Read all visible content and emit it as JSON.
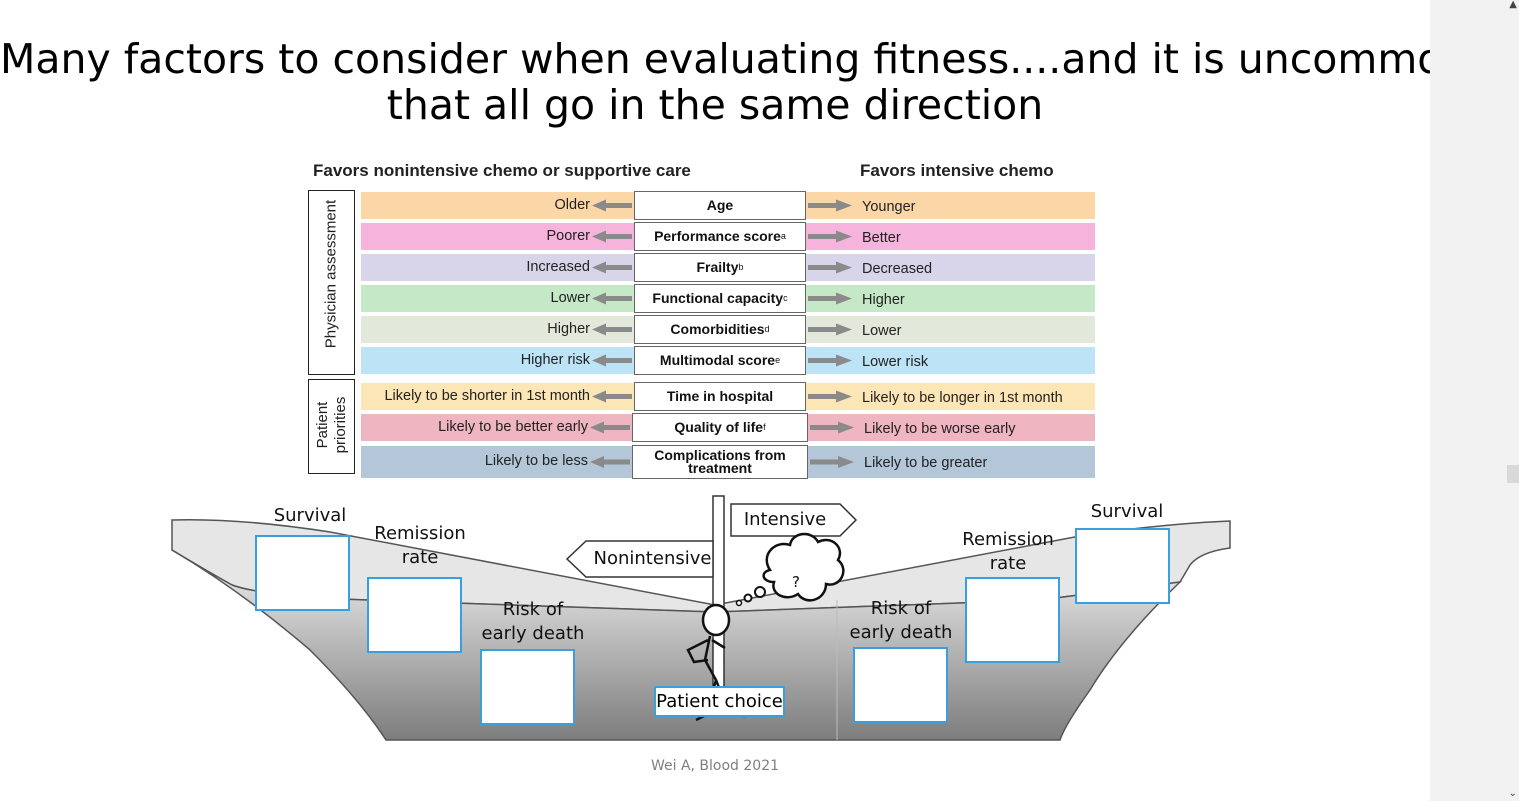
{
  "title": {
    "line1": "Many factors to consider when evaluating fitness....and it is uncommon",
    "line2": "that all go in the same direction"
  },
  "headers": {
    "left": "Favors nonintensive chemo or supportive care",
    "right": "Favors intensive chemo"
  },
  "groups": {
    "physician": "Physician assessment",
    "patient_line1": "Patient",
    "patient_line2": "priorities"
  },
  "rows": [
    {
      "left": "Older",
      "center": "Age",
      "sup": "",
      "right": "Younger",
      "color": "#fbd7a8"
    },
    {
      "left": "Poorer",
      "center": "Performance score",
      "sup": "a",
      "right": "Better",
      "color": "#f6b4dc"
    },
    {
      "left": "Increased",
      "center": "Frailty",
      "sup": "b",
      "right": "Decreased",
      "color": "#d8d5ea"
    },
    {
      "left": "Lower",
      "center": "Functional capacity",
      "sup": "c",
      "right": "Higher",
      "color": "#c5e8c6"
    },
    {
      "left": "Higher",
      "center": "Comorbidities",
      "sup": "d",
      "right": "Lower",
      "color": "#e2e8da"
    },
    {
      "left": "Higher risk",
      "center": "Multimodal score",
      "sup": "e",
      "right": "Lower risk",
      "color": "#bde3f6"
    },
    {
      "left": "Likely to be shorter in 1st month",
      "center": "Time in hospital",
      "sup": "",
      "right": "Likely to be longer in 1st month",
      "color": "#fde6b5"
    },
    {
      "left": "Likely to be better early",
      "center": "Quality of life",
      "sup": "f",
      "right": "Likely to be worse early",
      "color": "#efb5c1"
    },
    {
      "left": "Likely to be less",
      "center": "Complications from treatment",
      "sup": "",
      "right": "Likely to be greater",
      "color": "#b3c7d8"
    }
  ],
  "valley": {
    "survival": "Survival",
    "remission_line1": "Remission",
    "remission_line2": "rate",
    "risk_line1": "Risk of",
    "risk_line2": "early death",
    "intensive": "Intensive",
    "nonintensive": "Nonintensive",
    "question": "?",
    "patient_choice": "Patient choice"
  },
  "credit": "Wei A, Blood 2021",
  "colors": {
    "box_border": "#3aa0dd",
    "valley_dark": "#8c8c8c",
    "valley_light": "#e9e9e9",
    "arrow": "#8a8a8a"
  }
}
